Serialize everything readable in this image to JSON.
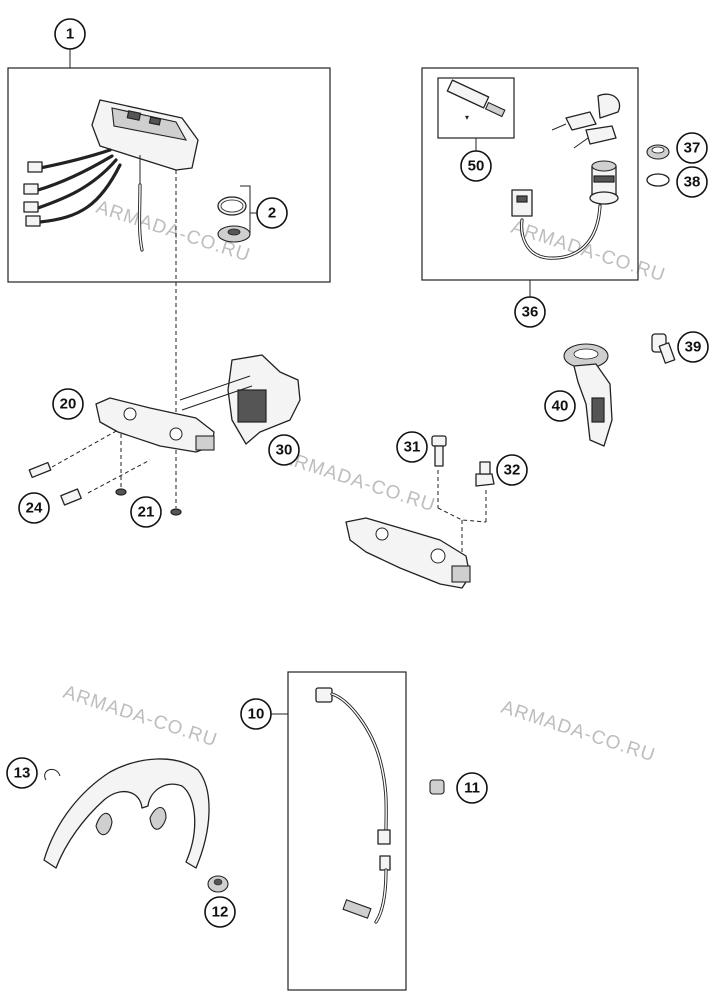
{
  "watermark": "ARMADA-CO.RU",
  "callouts": {
    "c1": "1",
    "c2": "2",
    "c10": "10",
    "c11": "11",
    "c12": "12",
    "c13": "13",
    "c20": "20",
    "c21": "21",
    "c24": "24",
    "c30": "30",
    "c31": "31",
    "c32": "32",
    "c36": "36",
    "c37": "37",
    "c38": "38",
    "c39": "39",
    "c40": "40",
    "c50": "50"
  },
  "icons": {
    "speedometer": "speedometer-icon",
    "bracket": "instrument-bracket-icon",
    "ignition-lock": "ignition-lock-icon",
    "key": "key-icon",
    "sensor-cable": "speed-sensor-cable-icon",
    "brake-disc": "brake-disc-icon"
  }
}
